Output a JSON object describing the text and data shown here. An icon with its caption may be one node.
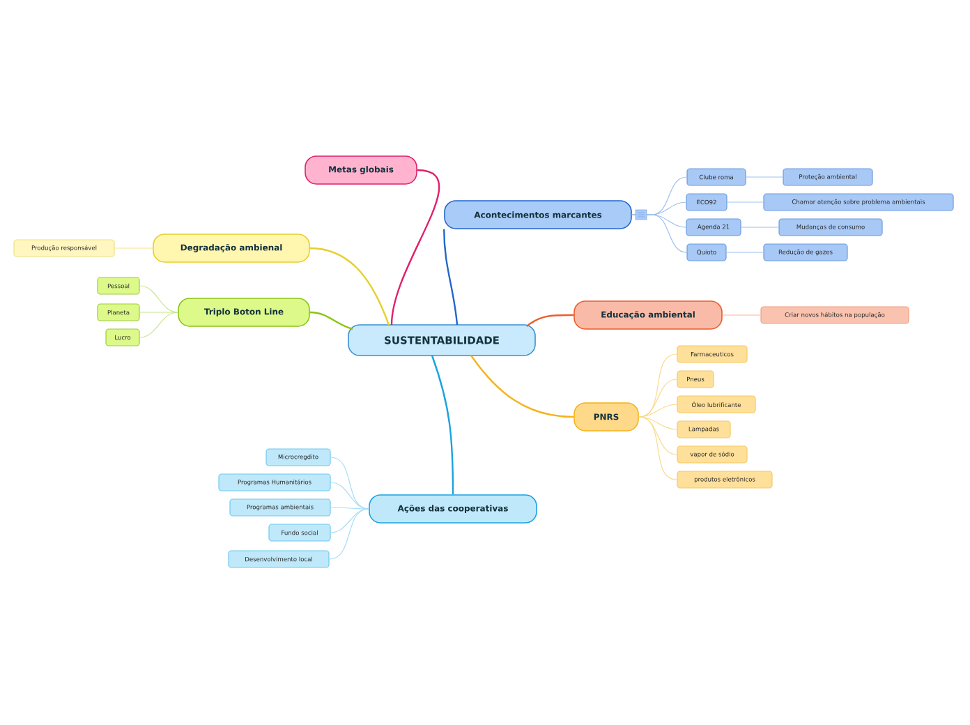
{
  "diagram": {
    "nodes": [
      {
        "text": [
          "SUSTENTABILIDADE"
        ]
      },
      {
        "text": [
          "Metas globais"
        ]
      },
      {
        "text": [
          "Acontecimentos marcantes"
        ]
      },
      {
        "text": [
          "Clube roma"
        ]
      },
      {
        "text": [
          "Proteção ambiental"
        ]
      },
      {
        "text": [
          "ECO92"
        ]
      },
      {
        "text": [
          "Chamar atenção sobre problema ambientais"
        ]
      },
      {
        "text": [
          "Agenda 21"
        ]
      },
      {
        "text": [
          "Mudanças de consumo"
        ]
      },
      {
        "text": [
          "Quioto"
        ]
      },
      {
        "text": [
          "Redução de gazes"
        ]
      },
      {
        "text": [
          "Degradação ambienal"
        ]
      },
      {
        "text": [
          "Produção responsável"
        ]
      },
      {
        "text": [
          "Triplo Boton Line"
        ]
      },
      {
        "text": [
          "Pessoal"
        ]
      },
      {
        "text": [
          "Planeta"
        ]
      },
      {
        "text": [
          "Lucro"
        ]
      },
      {
        "text": [
          "Educação ambiental"
        ]
      },
      {
        "text": [
          "Criar novos hábitos na população"
        ]
      },
      {
        "text": [
          "PNRS"
        ]
      },
      {
        "text": [
          "Farmaceuticos"
        ]
      },
      {
        "text": [
          "Pneus"
        ]
      },
      {
        "text": [
          "Óleo lubrificante"
        ]
      },
      {
        "text": [
          "Lampadas"
        ]
      },
      {
        "text": [
          "vapor de sódio"
        ]
      },
      {
        "text": [
          "produtos eletrônicos"
        ]
      },
      {
        "text": [
          "Ações das cooperativas"
        ]
      },
      {
        "text": [
          "Microcregdito"
        ]
      },
      {
        "text": [
          "Programas Humanitários"
        ]
      },
      {
        "text": [
          "Programas ambientais"
        ]
      },
      {
        "text": [
          "Fundo social"
        ]
      },
      {
        "text": [
          "Desenvolvimento local"
        ]
      }
    ],
    "edges": [
      {
        "from": 0,
        "to": 1,
        "arrow": "none",
        "color": "#e0206b"
      },
      {
        "from": 0,
        "to": 2,
        "arrow": "none",
        "color": "#2266cc"
      },
      {
        "from": 2,
        "to": 3,
        "arrow": "none",
        "color": "#9dc0f0"
      },
      {
        "from": 3,
        "to": 4,
        "arrow": "none",
        "color": "#9dc0f0"
      },
      {
        "from": 2,
        "to": 5,
        "arrow": "none",
        "color": "#9dc0f0"
      },
      {
        "from": 5,
        "to": 6,
        "arrow": "none",
        "color": "#9dc0f0"
      },
      {
        "from": 2,
        "to": 7,
        "arrow": "none",
        "color": "#9dc0f0"
      },
      {
        "from": 7,
        "to": 8,
        "arrow": "none",
        "color": "#9dc0f0"
      },
      {
        "from": 2,
        "to": 9,
        "arrow": "none",
        "color": "#9dc0f0"
      },
      {
        "from": 9,
        "to": 10,
        "arrow": "none",
        "color": "#9dc0f0"
      },
      {
        "from": 0,
        "to": 11,
        "arrow": "none",
        "color": "#e6cf2a"
      },
      {
        "from": 11,
        "to": 12,
        "arrow": "none",
        "color": "#f5e68a"
      },
      {
        "from": 0,
        "to": 13,
        "arrow": "none",
        "color": "#8bc416"
      },
      {
        "from": 13,
        "to": 14,
        "arrow": "none",
        "color": "#c5e58a"
      },
      {
        "from": 13,
        "to": 15,
        "arrow": "none",
        "color": "#c5e58a"
      },
      {
        "from": 13,
        "to": 16,
        "arrow": "none",
        "color": "#c5e58a"
      },
      {
        "from": 0,
        "to": 17,
        "arrow": "none",
        "color": "#ee5a2a"
      },
      {
        "from": 17,
        "to": 18,
        "arrow": "none",
        "color": "#f7b5a0"
      },
      {
        "from": 0,
        "to": 19,
        "arrow": "none",
        "color": "#f5b31b"
      },
      {
        "from": 19,
        "to": 20,
        "arrow": "none",
        "color": "#fbd98a"
      },
      {
        "from": 19,
        "to": 21,
        "arrow": "none",
        "color": "#fbd98a"
      },
      {
        "from": 19,
        "to": 22,
        "arrow": "none",
        "color": "#fbd98a"
      },
      {
        "from": 19,
        "to": 23,
        "arrow": "none",
        "color": "#fbd98a"
      },
      {
        "from": 19,
        "to": 24,
        "arrow": "none",
        "color": "#fbd98a"
      },
      {
        "from": 19,
        "to": 25,
        "arrow": "none",
        "color": "#fbd98a"
      },
      {
        "from": 0,
        "to": 26,
        "arrow": "none",
        "color": "#1aa3e0"
      },
      {
        "from": 26,
        "to": 27,
        "arrow": "none",
        "color": "#a6def5"
      },
      {
        "from": 26,
        "to": 28,
        "arrow": "none",
        "color": "#a6def5"
      },
      {
        "from": 26,
        "to": 29,
        "arrow": "none",
        "color": "#a6def5"
      },
      {
        "from": 26,
        "to": 30,
        "arrow": "none",
        "color": "#a6def5"
      },
      {
        "from": 26,
        "to": 31,
        "arrow": "none",
        "color": "#a6def5"
      }
    ]
  }
}
